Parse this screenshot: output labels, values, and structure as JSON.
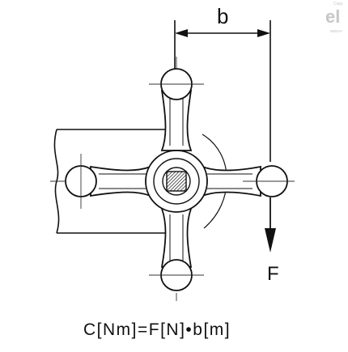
{
  "diagram": {
    "dimension_label": "b",
    "force_label": "F",
    "formula": "C[Nm]=F[N]•b[m]",
    "logo_text": "el",
    "logo_small_text": "Copy",
    "logo_small_text_2": "www.e",
    "colors": {
      "line": "#111111",
      "light_line": "#333333",
      "logo": "#c7c7c7"
    }
  }
}
